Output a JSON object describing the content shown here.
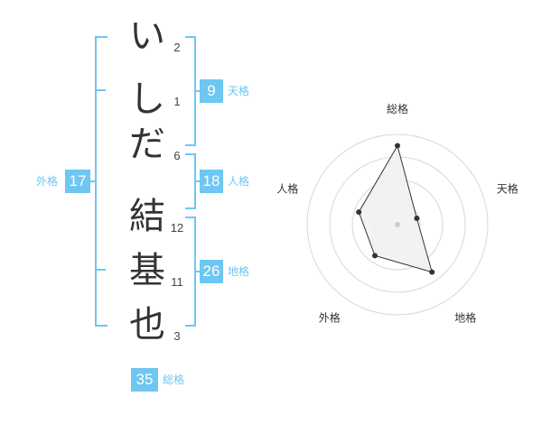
{
  "name": {
    "chars": [
      "い",
      "し",
      "だ",
      "結",
      "基",
      "也"
    ],
    "strokes": [
      "2",
      "1",
      "6",
      "12",
      "11",
      "3"
    ]
  },
  "kakusu": {
    "tenkaku": {
      "value": "9",
      "label": "天格"
    },
    "jinkaku": {
      "value": "18",
      "label": "人格"
    },
    "chikaku": {
      "value": "26",
      "label": "地格"
    },
    "gaikaku": {
      "value": "17",
      "label": "外格"
    },
    "soukaku": {
      "value": "35",
      "label": "総格"
    }
  },
  "chart_data": {
    "type": "radar",
    "axes": [
      "総格",
      "天格",
      "地格",
      "外格",
      "人格"
    ],
    "values": [
      35,
      9,
      26,
      17,
      18
    ],
    "grid": true,
    "rings": 4,
    "colors": {
      "accent": "#6ec6f2",
      "fill": "#f0f0f0",
      "line": "#333333",
      "grid": "#d8d8d8"
    }
  }
}
